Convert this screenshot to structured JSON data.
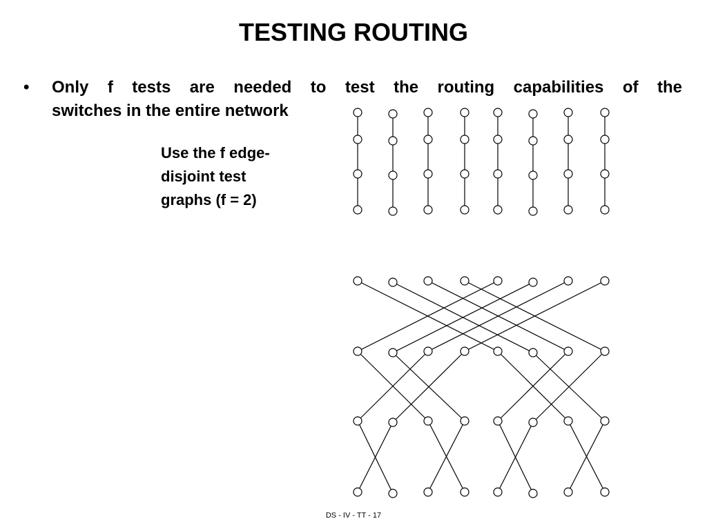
{
  "slide": {
    "title": "TESTING ROUTING",
    "bullet_marker": "•",
    "bullet_line1": "Only f tests are needed to test the routing capabilities of the",
    "bullet_line2": "switches in the entire network",
    "side_note": "Use the f edge-\ndisjoint test\ngraphs (f = 2)",
    "footer": "DS - IV - TT - 17"
  },
  "diagram": {
    "stages": 4,
    "nodes_per_stage": 8,
    "graph_1_edges": "straight: node i in each stage connects to node i in the next stage",
    "graph_2_edges": [
      {
        "from_stage": 1,
        "to_stage": 2,
        "pairs": [
          [
            0,
            4
          ],
          [
            1,
            5
          ],
          [
            2,
            6
          ],
          [
            3,
            7
          ],
          [
            4,
            0
          ],
          [
            5,
            1
          ],
          [
            6,
            2
          ],
          [
            7,
            3
          ]
        ]
      },
      {
        "from_stage": 2,
        "to_stage": 3,
        "pairs": [
          [
            0,
            2
          ],
          [
            1,
            3
          ],
          [
            2,
            0
          ],
          [
            3,
            1
          ],
          [
            4,
            6
          ],
          [
            5,
            7
          ],
          [
            6,
            4
          ],
          [
            7,
            5
          ]
        ]
      },
      {
        "from_stage": 3,
        "to_stage": 4,
        "pairs": [
          [
            0,
            1
          ],
          [
            1,
            0
          ],
          [
            2,
            3
          ],
          [
            3,
            2
          ],
          [
            4,
            5
          ],
          [
            5,
            4
          ],
          [
            6,
            7
          ],
          [
            7,
            6
          ]
        ]
      }
    ]
  }
}
